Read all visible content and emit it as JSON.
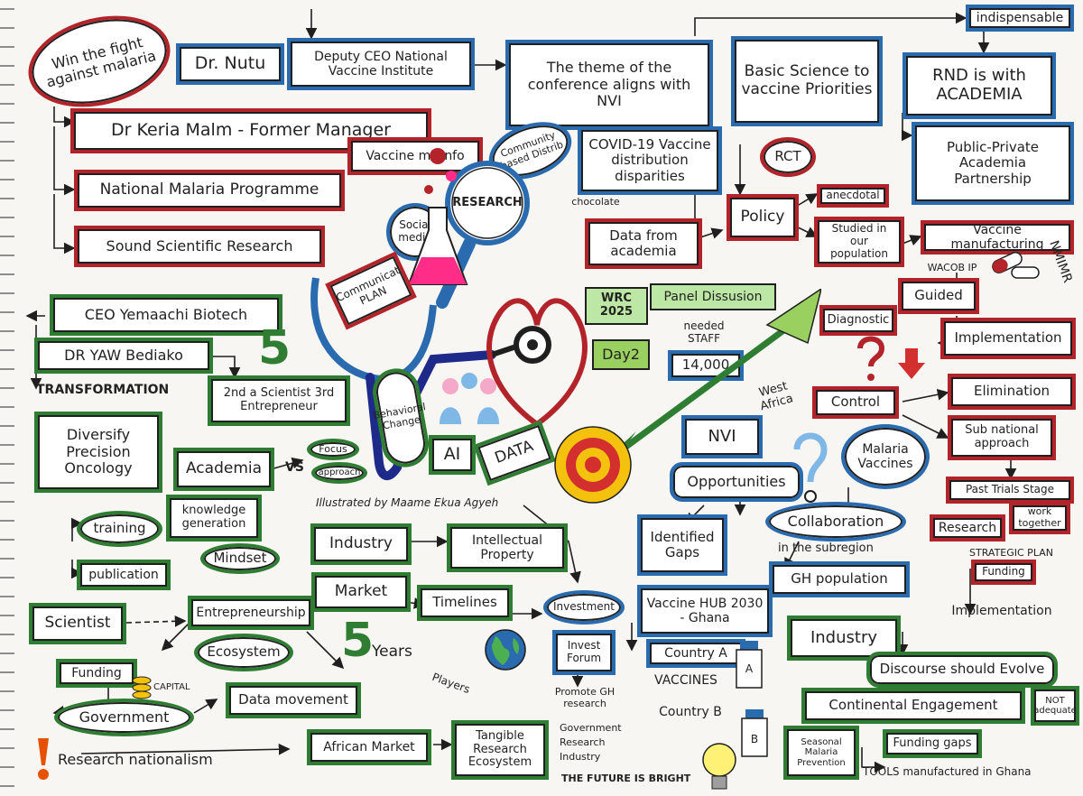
{
  "nodes": {
    "win_fight": "Win the fight against malaria",
    "dr_nutu": "Dr. Nutu",
    "deputy_ceo": "Deputy CEO National Vaccine Institute",
    "theme": "The theme of the conference aligns with NVI",
    "basic_science": "Basic Science to vaccine Priorities",
    "indispensable": "indispensable",
    "rnd": "RND is with ACADEMIA",
    "ppp": "Public-Private Academia Partnership",
    "dr_keria": "Dr Keria Malm - Former Manager",
    "nmp": "National Malaria Programme",
    "ssr": "Sound Scientific Research",
    "vaccine_misinfo": "Vaccine misinfo",
    "community": "Community based Distrib",
    "research_lens": "RESEARCH",
    "social_media": "Social media",
    "covid": "COVID-19 Vaccine distribution disparities",
    "chocolate": "chocolate",
    "data_academia": "Data from academia",
    "rct": "RCT",
    "anecdotal": "anecdotal",
    "policy": "Policy",
    "studied": "Studied in our population",
    "vaccine_manufacturing": "Vaccine manufacturing",
    "wacob": "WACOB IP",
    "guided": "Guided",
    "nmimr": "NMIMR",
    "communication_plan": "Communicat PLAN",
    "ceo": "CEO Yemaachi Biotech",
    "dr_yaw": "DR YAW Bediako",
    "transformation": "TRANSFORMATION",
    "second_scientist": "2nd a Scientist 3rd Entrepreneur",
    "diversify": "Diversify Precision Oncology",
    "academia": "Academia",
    "vs": "VS",
    "focus": "Focus",
    "approach": "approach",
    "behavioral": "Behavioral Change",
    "ai": "AI",
    "data": "DATA",
    "wrc": "WRC 2025",
    "panel": "Panel Dissusion",
    "day2": "Day2",
    "needed_staff": "needed STAFF",
    "staff_count": "14,000",
    "west_africa": "West Africa",
    "diagnostic": "Diagnostic",
    "implementation": "Implementation",
    "control": "Control",
    "elimination": "Elimination",
    "nvi": "NVI",
    "subnational": "Sub national approach",
    "malaria_vaccines": "Malaria Vaccines",
    "past_trials": "Past Trials Stage",
    "opportunities": "Opportunities",
    "collaboration": "Collaboration",
    "subregion": "in the subregion",
    "research": "Research",
    "work_together": "work together",
    "strategic_plan": "STRATEGIC PLAN",
    "funding_r": "Funding",
    "identified_gaps": "Identified Gaps",
    "gh_population": "GH population",
    "implementation2": "Implementation",
    "illustrated": "Illustrated by Maame Ekua Agyeh",
    "training": "training",
    "knowledge": "knowledge generation",
    "mindset": "Mindset",
    "publication": "publication",
    "industry": "Industry",
    "ip": "Intellectual Property",
    "entrepreneurship": "Entrepreneurship",
    "market": "Market",
    "timelines": "Timelines",
    "investment": "Investment",
    "vaccine_hub": "Vaccine HUB 2030 - Ghana",
    "industry2": "Industry",
    "scientist": "Scientist",
    "ecosystem": "Ecosystem",
    "five2": "5",
    "years": "Years",
    "invest_forum": "Invest Forum",
    "country_a": "Country A",
    "vial_a": "A",
    "vaccines": "VACCINES",
    "discourse": "Discourse should Evolve",
    "funding": "Funding",
    "capital": "CAPITAL",
    "data_movement": "Data movement",
    "government": "Government",
    "players": "Players",
    "promote": "Promote GH research",
    "country_b": "Country B",
    "vial_b": "B",
    "continental": "Continental Engagement",
    "not_adequate": "NOT adequate",
    "african_market": "African Market",
    "tangible": "Tangible Research Ecosystem",
    "list_gov": "Government",
    "list_research": "Research",
    "list_industry": "Industry",
    "future": "THE FUTURE IS BRIGHT",
    "seasonal": "Seasonal Malaria Prevention",
    "funding_gaps": "Funding gaps",
    "tools": "TOOLS manufactured in Ghana",
    "research_nationalism": "Research nationalism",
    "five1": "5"
  },
  "colors": {
    "blue": "#2a6bb0",
    "red": "#b3242a",
    "green": "#2f7d32",
    "ink": "#1f1f1f",
    "arrow_green": "#2e7d32",
    "target_red": "#d32f2f",
    "target_yellow": "#f4c20d",
    "flask_pink": "#ff2d87",
    "stethoscope_navy": "#1d2a8a"
  },
  "icons": [
    "heart-icon",
    "stethoscope-icon",
    "flask-icon",
    "magnifier-icon",
    "target-icon",
    "arrow-icon",
    "globe-icon",
    "lightbulb-icon",
    "exclamation-icon",
    "question-mark-icon",
    "pills-icon",
    "coins-icon",
    "people-icon",
    "vial-icon"
  ]
}
